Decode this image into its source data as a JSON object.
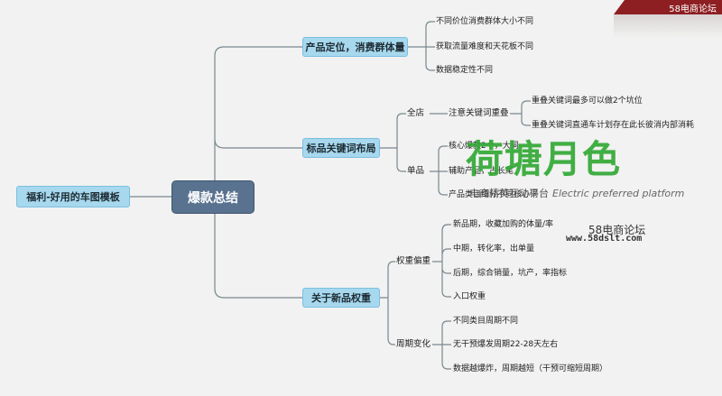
{
  "corner_label": "58电商论坛",
  "root": "爆款总结",
  "left_node": "福利-好用的车图模板",
  "branches": {
    "b1": {
      "label": "产品定位，消费群体量",
      "items": [
        "不同价位消费群体大小不同",
        "获取流量难度和天花板不同",
        "数据稳定性不同"
      ]
    },
    "b2": {
      "label": "标品关键词布局",
      "shop": {
        "label": "全店",
        "mid": "注意关键词重叠",
        "items": [
          "重叠关键词最多可以做2个坑位",
          "重叠关键词直通车计划存在此长彼消内部消耗"
        ]
      },
      "single": {
        "label": "单品",
        "items": [
          "核心爆款2个，大词",
          "辅助产品，占长尾",
          "产品类目细分不同核心词"
        ]
      }
    },
    "b3": {
      "label": "关于新品权重",
      "weight": {
        "label": "权重偏重",
        "items": [
          "新品期，收藏加购的体量/率",
          "中期，转化率，出单量",
          "后期，综合销量，坑产，率指标",
          "入口权重"
        ]
      },
      "cycle": {
        "label": "周期变化",
        "items": [
          "不同类目周期不同",
          "无干预爆发周期22-28天左右",
          "数据越爆炸，周期越短（干预可缩短周期）"
        ]
      }
    }
  },
  "watermark": {
    "logo": "荷塘月色",
    "sub_cn": "电商精英互动平台",
    "sub_en": "Electric preferred platform",
    "forum": "58电商论坛",
    "url": "www.58dslt.com"
  },
  "colors": {
    "box_fill": "#a7d8ee",
    "root_fill": "#59728f",
    "line": "#7a8790",
    "logo_green": "#33a936",
    "corner": "#8d1f22"
  }
}
